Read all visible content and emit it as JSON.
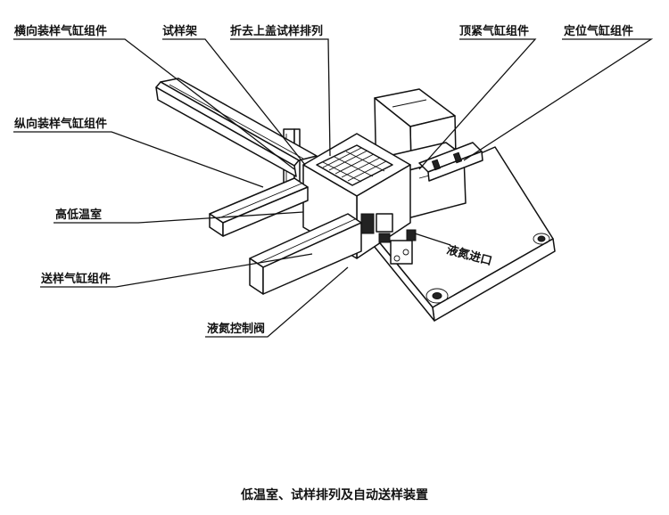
{
  "labels": {
    "horizontal_cylinder": "横向装样气缸组件",
    "sample_rack": "试样架",
    "lid_sample_row": "折去上盖试样排列",
    "top_cylinder": "顶紧气缸组件",
    "positioning_cylinder": "定位气缸组件",
    "vertical_cylinder": "纵向装样气缸组件",
    "chamber": "高低温室",
    "feed_cylinder": "送样气缸组件",
    "valve": "液氮控制阀",
    "nitrogen_inlet": "液氮进口"
  },
  "caption": "低温室、试样排列及自动送样装置"
}
